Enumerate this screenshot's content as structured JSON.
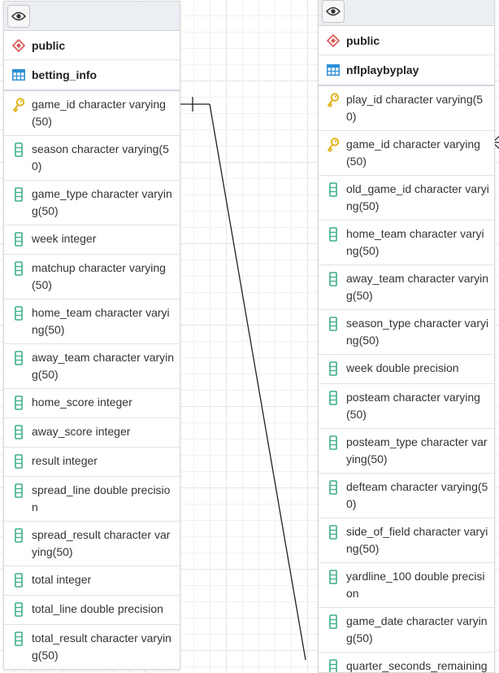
{
  "tables": [
    {
      "schema": "public",
      "name": "betting_info",
      "columns": [
        {
          "label": "game_id character varying(50)",
          "key": true
        },
        {
          "label": "season character varying(50)",
          "key": false
        },
        {
          "label": "game_type character varying(50)",
          "key": false
        },
        {
          "label": "week integer",
          "key": false
        },
        {
          "label": "matchup character varying(50)",
          "key": false
        },
        {
          "label": "home_team character varying(50)",
          "key": false
        },
        {
          "label": "away_team character varying(50)",
          "key": false
        },
        {
          "label": "home_score integer",
          "key": false
        },
        {
          "label": "away_score integer",
          "key": false
        },
        {
          "label": "result integer",
          "key": false
        },
        {
          "label": "spread_line double precision",
          "key": false
        },
        {
          "label": "spread_result character varying(50)",
          "key": false
        },
        {
          "label": "total integer",
          "key": false
        },
        {
          "label": "total_line double precision",
          "key": false
        },
        {
          "label": "total_result character varying(50)",
          "key": false
        }
      ]
    },
    {
      "schema": "public",
      "name": "nflplaybyplay",
      "columns": [
        {
          "label": "play_id character varying(50)",
          "key": true
        },
        {
          "label": "game_id character varying(50)",
          "key": true
        },
        {
          "label": "old_game_id character varying(50)",
          "key": false
        },
        {
          "label": "home_team character varying(50)",
          "key": false
        },
        {
          "label": "away_team character varying(50)",
          "key": false
        },
        {
          "label": "season_type character varying(50)",
          "key": false
        },
        {
          "label": "week double precision",
          "key": false
        },
        {
          "label": "posteam character varying(50)",
          "key": false
        },
        {
          "label": "posteam_type character varying(50)",
          "key": false
        },
        {
          "label": "defteam character varying(50)",
          "key": false
        },
        {
          "label": "side_of_field character varying(50)",
          "key": false
        },
        {
          "label": "yardline_100 double precision",
          "key": false
        },
        {
          "label": "game_date character varying(50)",
          "key": false
        },
        {
          "label": "quarter_seconds_remaining",
          "key": false
        }
      ]
    }
  ],
  "colors": {
    "key_icon": "#e2b31f",
    "column_icon": "#3dae8c",
    "schema_icon": "#d9534f",
    "table_icon": "#2d8fd5",
    "relation_line": "#222222"
  },
  "icons": {
    "view": "eye-icon",
    "schema": "schema-diamond-icon",
    "table": "table-grid-icon",
    "primary_key": "key-icon",
    "column": "column-icon"
  }
}
